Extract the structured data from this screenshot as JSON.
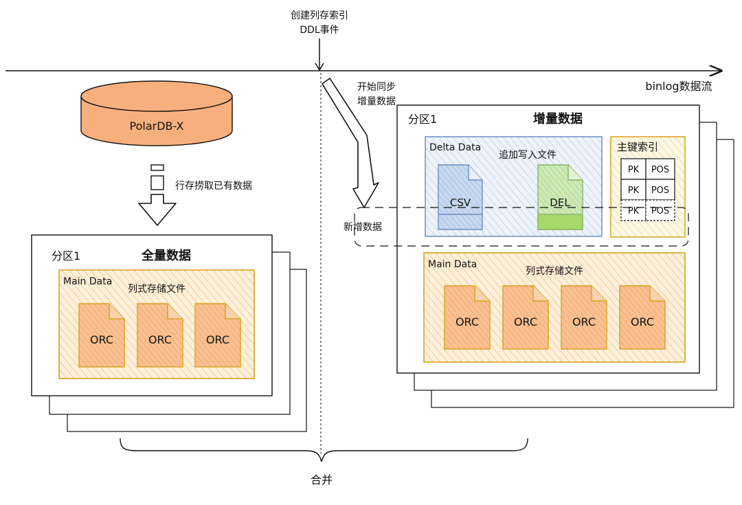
{
  "top_event": {
    "line1": "创建列存索引",
    "line2": "DDL事件"
  },
  "stream_label": "binlog数据流",
  "start_sync": {
    "line1": "开始同步",
    "line2": "增量数据"
  },
  "database": {
    "label": "PolarDB-X"
  },
  "fetch_label": "行存捞取已有数据",
  "full_panel": {
    "partition": "分区1",
    "title": "全量数据",
    "main_data": {
      "label": "Main Data",
      "subtitle": "列式存储文件",
      "files": [
        "ORC",
        "ORC",
        "ORC"
      ]
    }
  },
  "incr_panel": {
    "partition": "分区1",
    "title": "增量数据",
    "delta_data": {
      "label": "Delta Data",
      "subtitle": "追加写入文件",
      "csv": "CSV",
      "del": "DEL"
    },
    "pk_index": {
      "title": "主键索引",
      "rows": [
        [
          "PK",
          "POS"
        ],
        [
          "PK",
          "POS"
        ],
        [
          "PK",
          "POS"
        ]
      ]
    },
    "main_data": {
      "label": "Main Data",
      "subtitle": "列式存储文件",
      "files": [
        "ORC",
        "ORC",
        "ORC",
        "ORC"
      ]
    }
  },
  "new_data_label": "新增数据",
  "merge_label": "合并",
  "colors": {
    "orange_fill": "#f7b07d",
    "orange_stroke": "#d9a21b",
    "blue_stroke": "#6c8ebf",
    "blue_fill": "#b9cde8",
    "green_stroke": "#82b366",
    "green_fill": "#b6dd7d"
  }
}
